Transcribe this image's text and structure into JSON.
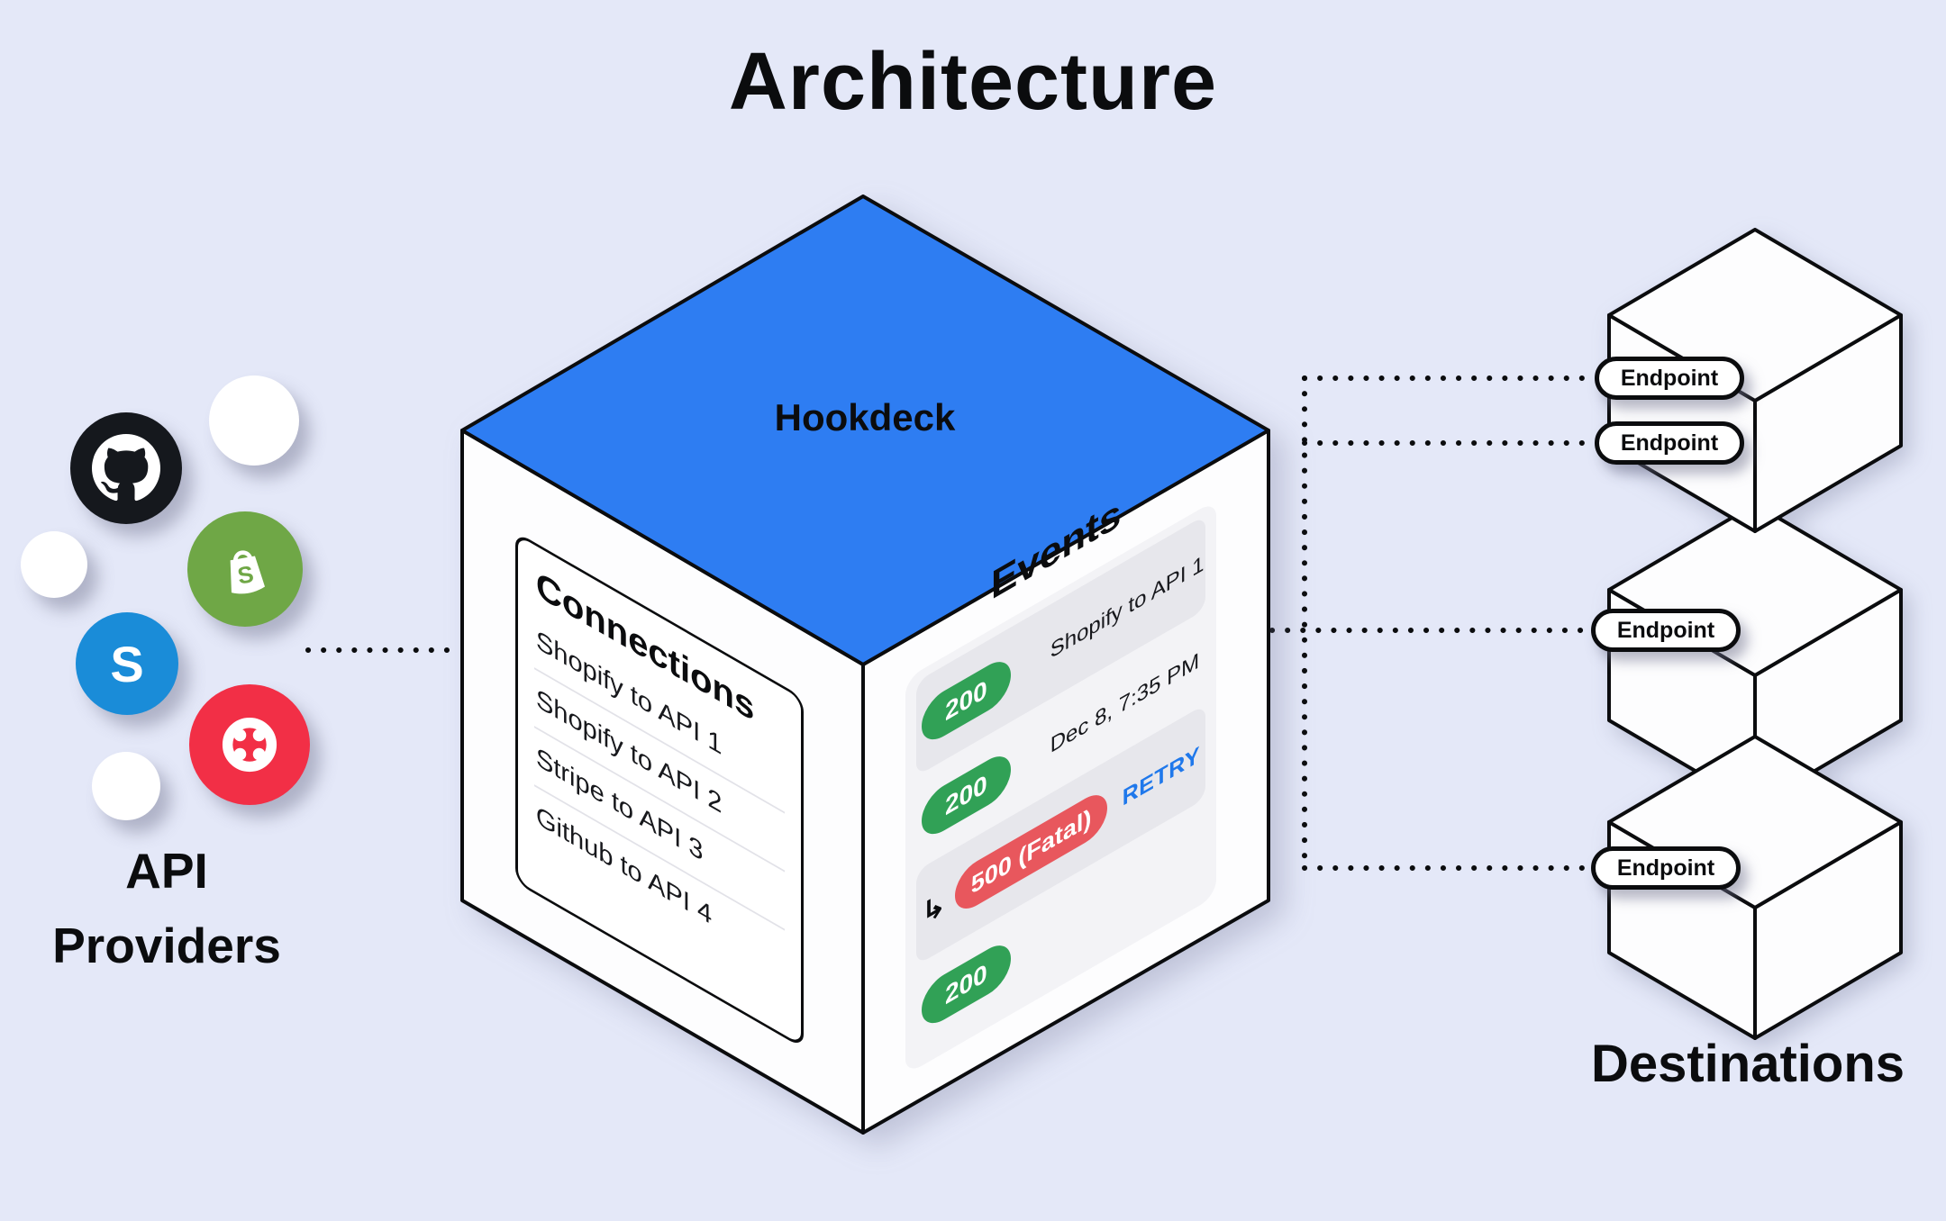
{
  "title": "Architecture",
  "colors": {
    "background": "#E4E8F8",
    "cube_top": "#2E7DF2",
    "success_badge": "#31A156",
    "error_badge": "#E8575D",
    "retry_link": "#1F78EB",
    "github_black": "#15181D",
    "shopify_green": "#6FA746",
    "stripe_blue": "#1A8CD8",
    "twilio_red": "#F22F46"
  },
  "providers": {
    "label_line1": "API",
    "label_line2": "Providers",
    "stripe_glyph": "S",
    "shopify_glyph": "S"
  },
  "hookdeck": {
    "label": "Hookdeck",
    "connections": {
      "title": "Connections",
      "items": [
        "Shopify to API 1",
        "Shopify to API 2",
        "Stripe to API 3",
        "Github to API 4"
      ]
    },
    "events": {
      "title": "Events",
      "rows": [
        {
          "badge": "200",
          "label": "Shopify to API 1"
        },
        {
          "badge": "200",
          "label": "Dec 8, 7:35 PM"
        },
        {
          "prefix": "↳",
          "badge": "500 (Fatal)",
          "action": "RETRY"
        },
        {
          "badge": "200"
        }
      ]
    }
  },
  "destinations": {
    "label": "Destinations",
    "endpoints": [
      "Endpoint",
      "Endpoint",
      "Endpoint",
      "Endpoint"
    ]
  }
}
